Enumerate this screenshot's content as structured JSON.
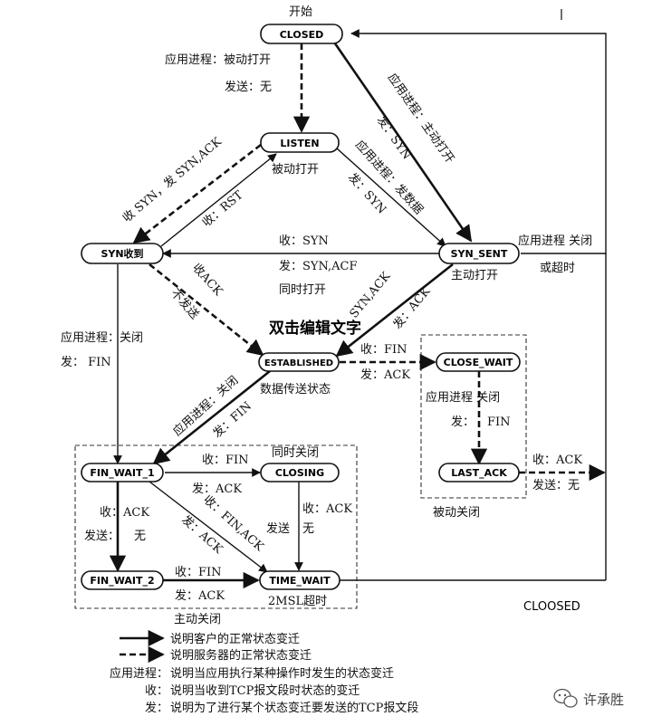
{
  "states": {
    "closed": "CLOSED",
    "listen": "LISTEN",
    "syn_rcvd": "SYN收到",
    "syn_sent": "SYN_SENT",
    "established": "ESTABLISHED",
    "close_wait": "CLOSE_WAIT",
    "last_ack": "LAST_ACK",
    "fin_wait_1": "FIN_WAIT_1",
    "closing": "CLOSING",
    "fin_wait_2": "FIN_WAIT_2",
    "time_wait": "TIME_WAIT"
  },
  "labels": {
    "start": "开始",
    "passive_open_1": "应用进程：被动打开",
    "passive_open_2": "发送：无",
    "listen_caption": "被动打开",
    "recv_syn_send_synack": "收 SYN，发 SYN,ACK",
    "recv_rst": "收：RST",
    "active_open_diag": "应用进程：主动打开",
    "send_syn_diag": "发：SYN",
    "app_send_data": "应用进程：发数据",
    "send_syn_2": "发：SYN",
    "recv_syn": "收：SYN",
    "send_syn_acf": "发：SYN,ACF",
    "simultaneous_open": "同时打开",
    "active_open_caption": "主动打开",
    "app_close_timeout_1": "应用进程 关闭",
    "app_close_timeout_2": "或超时",
    "recv_ack": "收ACK",
    "no_send": "不发送",
    "syn_ack": "SYN,ACK",
    "send_ack": "发：ACK",
    "watermark_text": "双击编辑文字",
    "app_close_left_1": "应用进程：关闭",
    "app_close_left_2": "发：  FIN",
    "recv_fin": "收：FIN",
    "send_ack_est": "发：ACK",
    "data_transfer": "数据传送状态",
    "app_close_est": "应用进程：关闭",
    "send_fin_est": "发：FIN",
    "cw_app_close": "应用进程  关闭",
    "cw_send_fin_1": "发：",
    "cw_send_fin_2": "FIN",
    "la_recv_ack": "收：ACK",
    "la_send_none": "发送：无",
    "passive_close": "被动关闭",
    "sim_close": "同时关闭",
    "fw1_recv_fin": "收：FIN",
    "fw1_send_ack": "发：ACK",
    "fw1_recv_ack": "收：ACK",
    "fw1_send_none_1": "发送：",
    "fw1_send_none_2": "无",
    "recv_fin_ack": "收：FIN,ACK",
    "send_ack_diag": "发：ACK",
    "closing_recv_ack": "收：ACK",
    "closing_send_none_1": "发送",
    "closing_send_none_2": "无",
    "fw2_recv_fin": "收：FIN",
    "fw2_send_ack": "发：ACK",
    "msl": "2MSL超时",
    "active_close": "主动关闭",
    "cloosed": "CLOOSED"
  },
  "legend": {
    "solid_desc": "说明客户的正常状态变迁",
    "dashed_desc": "说明服务器的正常状态变迁",
    "app_key": "应用进程：",
    "app_desc": "说明当应用执行某种操作时发生的状态变迁",
    "recv_key": "收：",
    "recv_desc": "说明当收到TCP报文段时状态的变迁",
    "send_key": "发：",
    "send_desc": "说明为了进行某个状态变迁要发送的TCP报文段"
  },
  "watermark": {
    "icon": "wechat-chat-icon",
    "author": "许承胜"
  }
}
